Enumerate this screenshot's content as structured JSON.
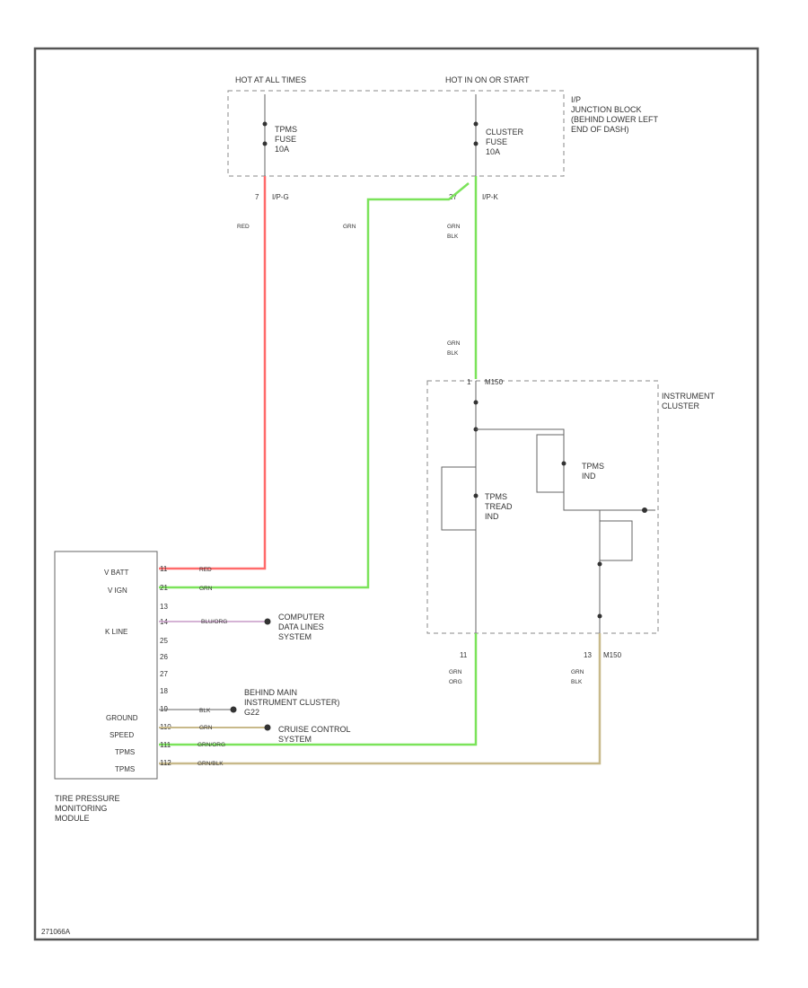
{
  "power": {
    "hot_at_all_times": "HOT AT ALL TIMES",
    "hot_in_on_start": "HOT IN ON OR START"
  },
  "junction_block": {
    "label_line1": "I/P",
    "label_line2": "JUNCTION BLOCK",
    "label_line3": "(BEHIND LOWER LEFT",
    "label_line4": "END OF DASH)",
    "fuse1": {
      "name": "TPMS",
      "word": "FUSE",
      "rating": "10A"
    },
    "fuse2": {
      "name": "CLUSTER",
      "word": "FUSE",
      "rating": "10A"
    },
    "pin1": "7",
    "conn1": "I/P-G",
    "pin2": "27",
    "conn2": "I/P-K"
  },
  "wires": {
    "red": "RED",
    "grn": "GRN",
    "grn_blk": "GRN",
    "grn_blk2": "BLK",
    "grn_blk_b": "GRN",
    "grn_blk_b2": "BLK",
    "blu_org": "BLU/ORG",
    "blk": "BLK",
    "grn2": "GRN",
    "grn_org": "GRN/ORG",
    "grn_blk3": "GRN/BLK",
    "grn_org_v1": "GRN",
    "grn_org_v2": "ORG",
    "grn_blk_v1": "GRN",
    "grn_blk_v2": "BLK"
  },
  "instrument_cluster": {
    "label_line1": "INSTRUMENT",
    "label_line2": "CLUSTER",
    "conn_pin": "1",
    "conn_name": "M150",
    "lamp1": "TPMS",
    "lamp1b": "IND",
    "lamp2": "TPMS",
    "lamp2b": "TREAD",
    "lamp2c": "IND",
    "pin_out1": "11",
    "pin_out2": "13",
    "conn_out": "M150"
  },
  "module": {
    "pins": [
      {
        "num": "11",
        "label": "V BATT"
      },
      {
        "num": "21",
        "label": "V IGN"
      },
      {
        "num": "13",
        "label": ""
      },
      {
        "num": "14",
        "label": "K LINE"
      },
      {
        "num": "25",
        "label": ""
      },
      {
        "num": "26",
        "label": ""
      },
      {
        "num": "27",
        "label": ""
      },
      {
        "num": "18",
        "label": ""
      },
      {
        "num": "19",
        "label": "GROUND"
      },
      {
        "num": "110",
        "label": "SPEED"
      },
      {
        "num": "111",
        "label": "TPMS"
      },
      {
        "num": "112",
        "label": "TPMS"
      }
    ],
    "name_line1": "TIRE PRESSURE",
    "name_line2": "MONITORING",
    "name_line3": "MODULE"
  },
  "destinations": {
    "computer1": "COMPUTER",
    "computer2": "DATA LINES",
    "computer3": "SYSTEM",
    "ground1": "BEHIND MAIN",
    "ground2": "INSTRUMENT CLUSTER)",
    "ground3": "G22",
    "cruise1": "CRUISE CONTROL",
    "cruise2": "SYSTEM"
  },
  "footer": {
    "code": "271066A"
  },
  "colors": {
    "red_wire": "#ff6b6b",
    "grn_wire": "#7be35a",
    "tan_wire": "#c8b98a",
    "pink_wire": "#c79ac7",
    "frame": "#555555",
    "dashed": "#888888"
  }
}
